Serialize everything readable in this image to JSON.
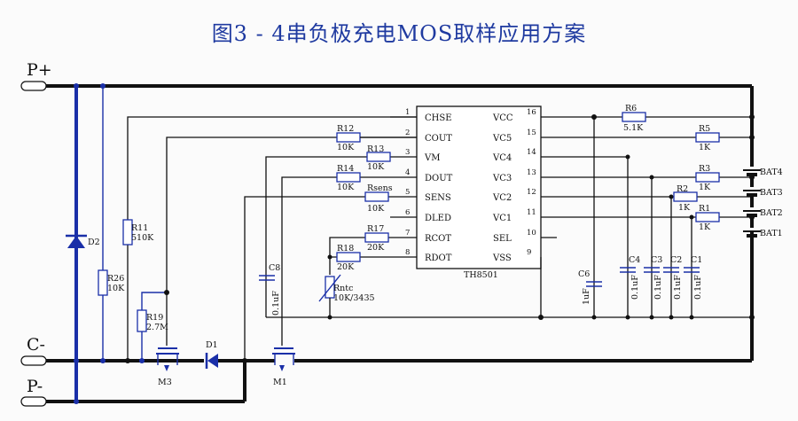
{
  "title": "图3 - 4串负极充电MOS取样应用方案",
  "terminals": {
    "p_plus": "P+",
    "c_minus": "C-",
    "p_minus": "P-"
  },
  "ic": {
    "name": "TH8501",
    "left_pins": [
      {
        "no": "1",
        "name": "CHSE"
      },
      {
        "no": "2",
        "name": "COUT"
      },
      {
        "no": "3",
        "name": "VM"
      },
      {
        "no": "4",
        "name": "DOUT"
      },
      {
        "no": "5",
        "name": "SENS"
      },
      {
        "no": "6",
        "name": "DLED"
      },
      {
        "no": "7",
        "name": "RCOT"
      },
      {
        "no": "8",
        "name": "RDOT"
      }
    ],
    "right_pins": [
      {
        "no": "16",
        "name": "VCC"
      },
      {
        "no": "15",
        "name": "VC5"
      },
      {
        "no": "14",
        "name": "VC4"
      },
      {
        "no": "13",
        "name": "VC3"
      },
      {
        "no": "12",
        "name": "VC2"
      },
      {
        "no": "11",
        "name": "VC1"
      },
      {
        "no": "10",
        "name": "SEL"
      },
      {
        "no": "9",
        "name": "VSS"
      }
    ]
  },
  "resistors": {
    "r12": {
      "ref": "R12",
      "val": "10K"
    },
    "r13": {
      "ref": "R13",
      "val": "10K"
    },
    "r14": {
      "ref": "R14",
      "val": "10K"
    },
    "rsens": {
      "ref": "Rsens",
      "val": "10K"
    },
    "r17": {
      "ref": "R17",
      "val": "20K"
    },
    "r18": {
      "ref": "R18",
      "val": "20K"
    },
    "rntc": {
      "ref": "Rntc",
      "val": "10K/3435"
    },
    "r11": {
      "ref": "R11",
      "val": "510K"
    },
    "r26": {
      "ref": "R26",
      "val": "10K"
    },
    "r19": {
      "ref": "R19",
      "val": "2.7M"
    },
    "r6": {
      "ref": "R6",
      "val": "5.1K"
    },
    "r5": {
      "ref": "R5",
      "val": "1K"
    },
    "r3": {
      "ref": "R3",
      "val": "1K"
    },
    "r2": {
      "ref": "R2",
      "val": "1K"
    },
    "r1": {
      "ref": "R1",
      "val": "1K"
    }
  },
  "capacitors": {
    "c8": {
      "ref": "C8",
      "val": "0.1uF"
    },
    "c6": {
      "ref": "C6",
      "val": "1uF"
    },
    "c4": {
      "ref": "C4",
      "val": "0.1uF"
    },
    "c3": {
      "ref": "C3",
      "val": "0.1uF"
    },
    "c2": {
      "ref": "C2",
      "val": "0.1uF"
    },
    "c1": {
      "ref": "C1",
      "val": "0.1uF"
    }
  },
  "semis": {
    "d2": "D2",
    "d1": "D1",
    "m3": "M3",
    "m1": "M1"
  },
  "batteries": [
    "BAT4",
    "BAT3",
    "BAT2",
    "BAT1"
  ]
}
